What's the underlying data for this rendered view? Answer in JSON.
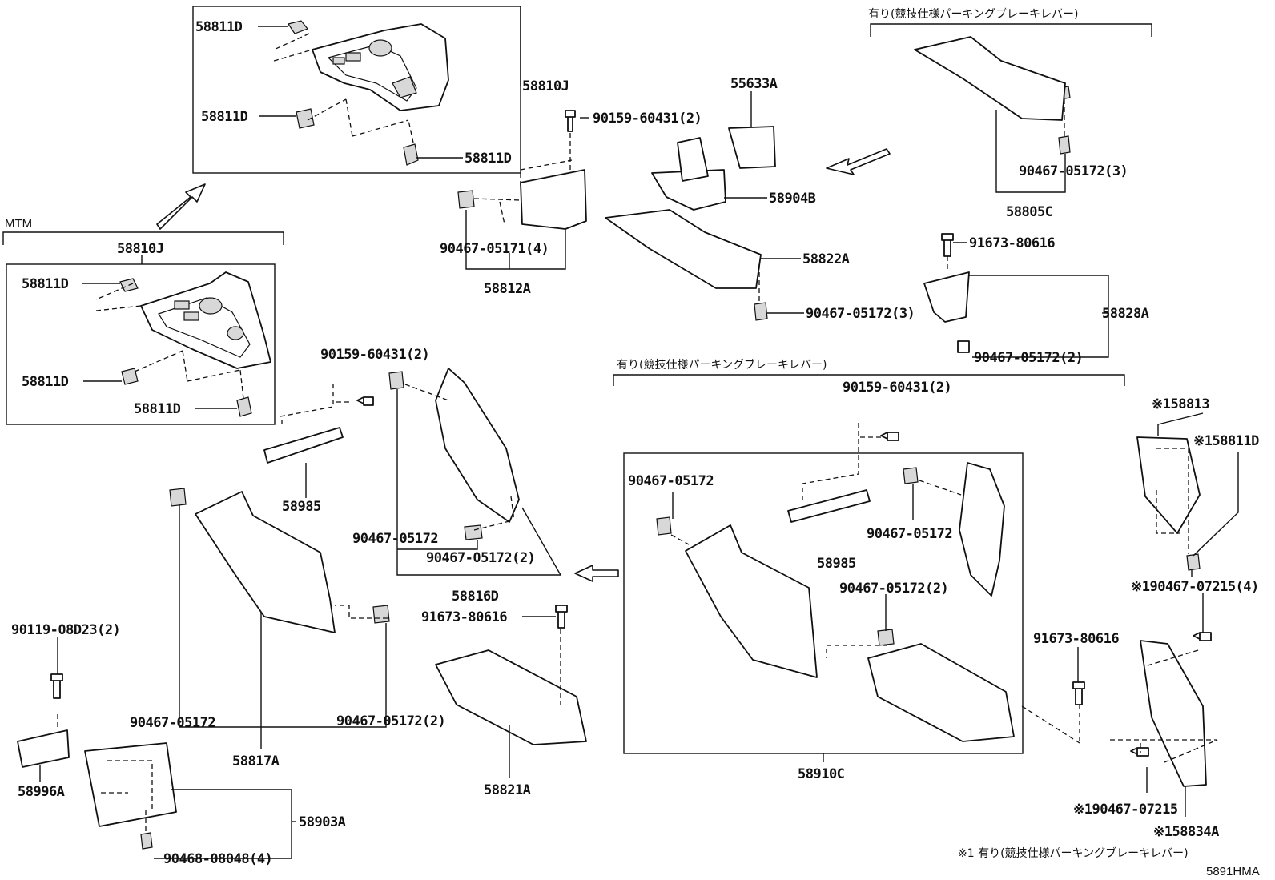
{
  "labels": {
    "l1": "58811D",
    "l2": "58811D",
    "l3": "58811D",
    "l4": "58810J",
    "l5": "90159-60431(2)",
    "l6": "55633A",
    "l7": "58904B",
    "l8": "58822A",
    "l9": "90467-05172(3)",
    "l10": "90467-05172(3)",
    "l11": "58805C",
    "l12": "91673-80616",
    "l13": "58828A",
    "l14": "90467-05172(2)",
    "l15": "90467-05171(4)",
    "l16": "58812A",
    "l17": "58810J",
    "l18": "58811D",
    "l19": "58811D",
    "l20": "58811D",
    "l21": "90159-60431(2)",
    "l22": "58985",
    "l23": "90467-05172",
    "l24": "90467-05172(2)",
    "l25": "58816D",
    "l26": "91673-80616",
    "l27": "90119-08D23(2)",
    "l28": "90467-05172",
    "l29": "90467-05172(2)",
    "l30": "58817A",
    "l31": "58821A",
    "l32": "58996A",
    "l33": "58903A",
    "l34": "90468-08048(4)",
    "l35": "90159-60431(2)",
    "l36": "90467-05172",
    "l37": "90467-05172",
    "l38": "58985",
    "l39": "90467-05172(2)",
    "l40": "91673-80616",
    "l41": "58910C",
    "l42": "※158813",
    "l43": "※158811D",
    "l44": "※190467-07215(4)",
    "l45": "※190467-07215",
    "l46": "※158834A"
  },
  "captions": {
    "mtm": "MTM",
    "option_top": "有り(競技仕様パーキングブレーキレバー)",
    "option_mid": "有り(競技仕様パーキングブレーキレバー)",
    "footnote": "※1 有り(競技仕様パーキングブレーキレバー)",
    "diagram_code": "5891HMA"
  }
}
